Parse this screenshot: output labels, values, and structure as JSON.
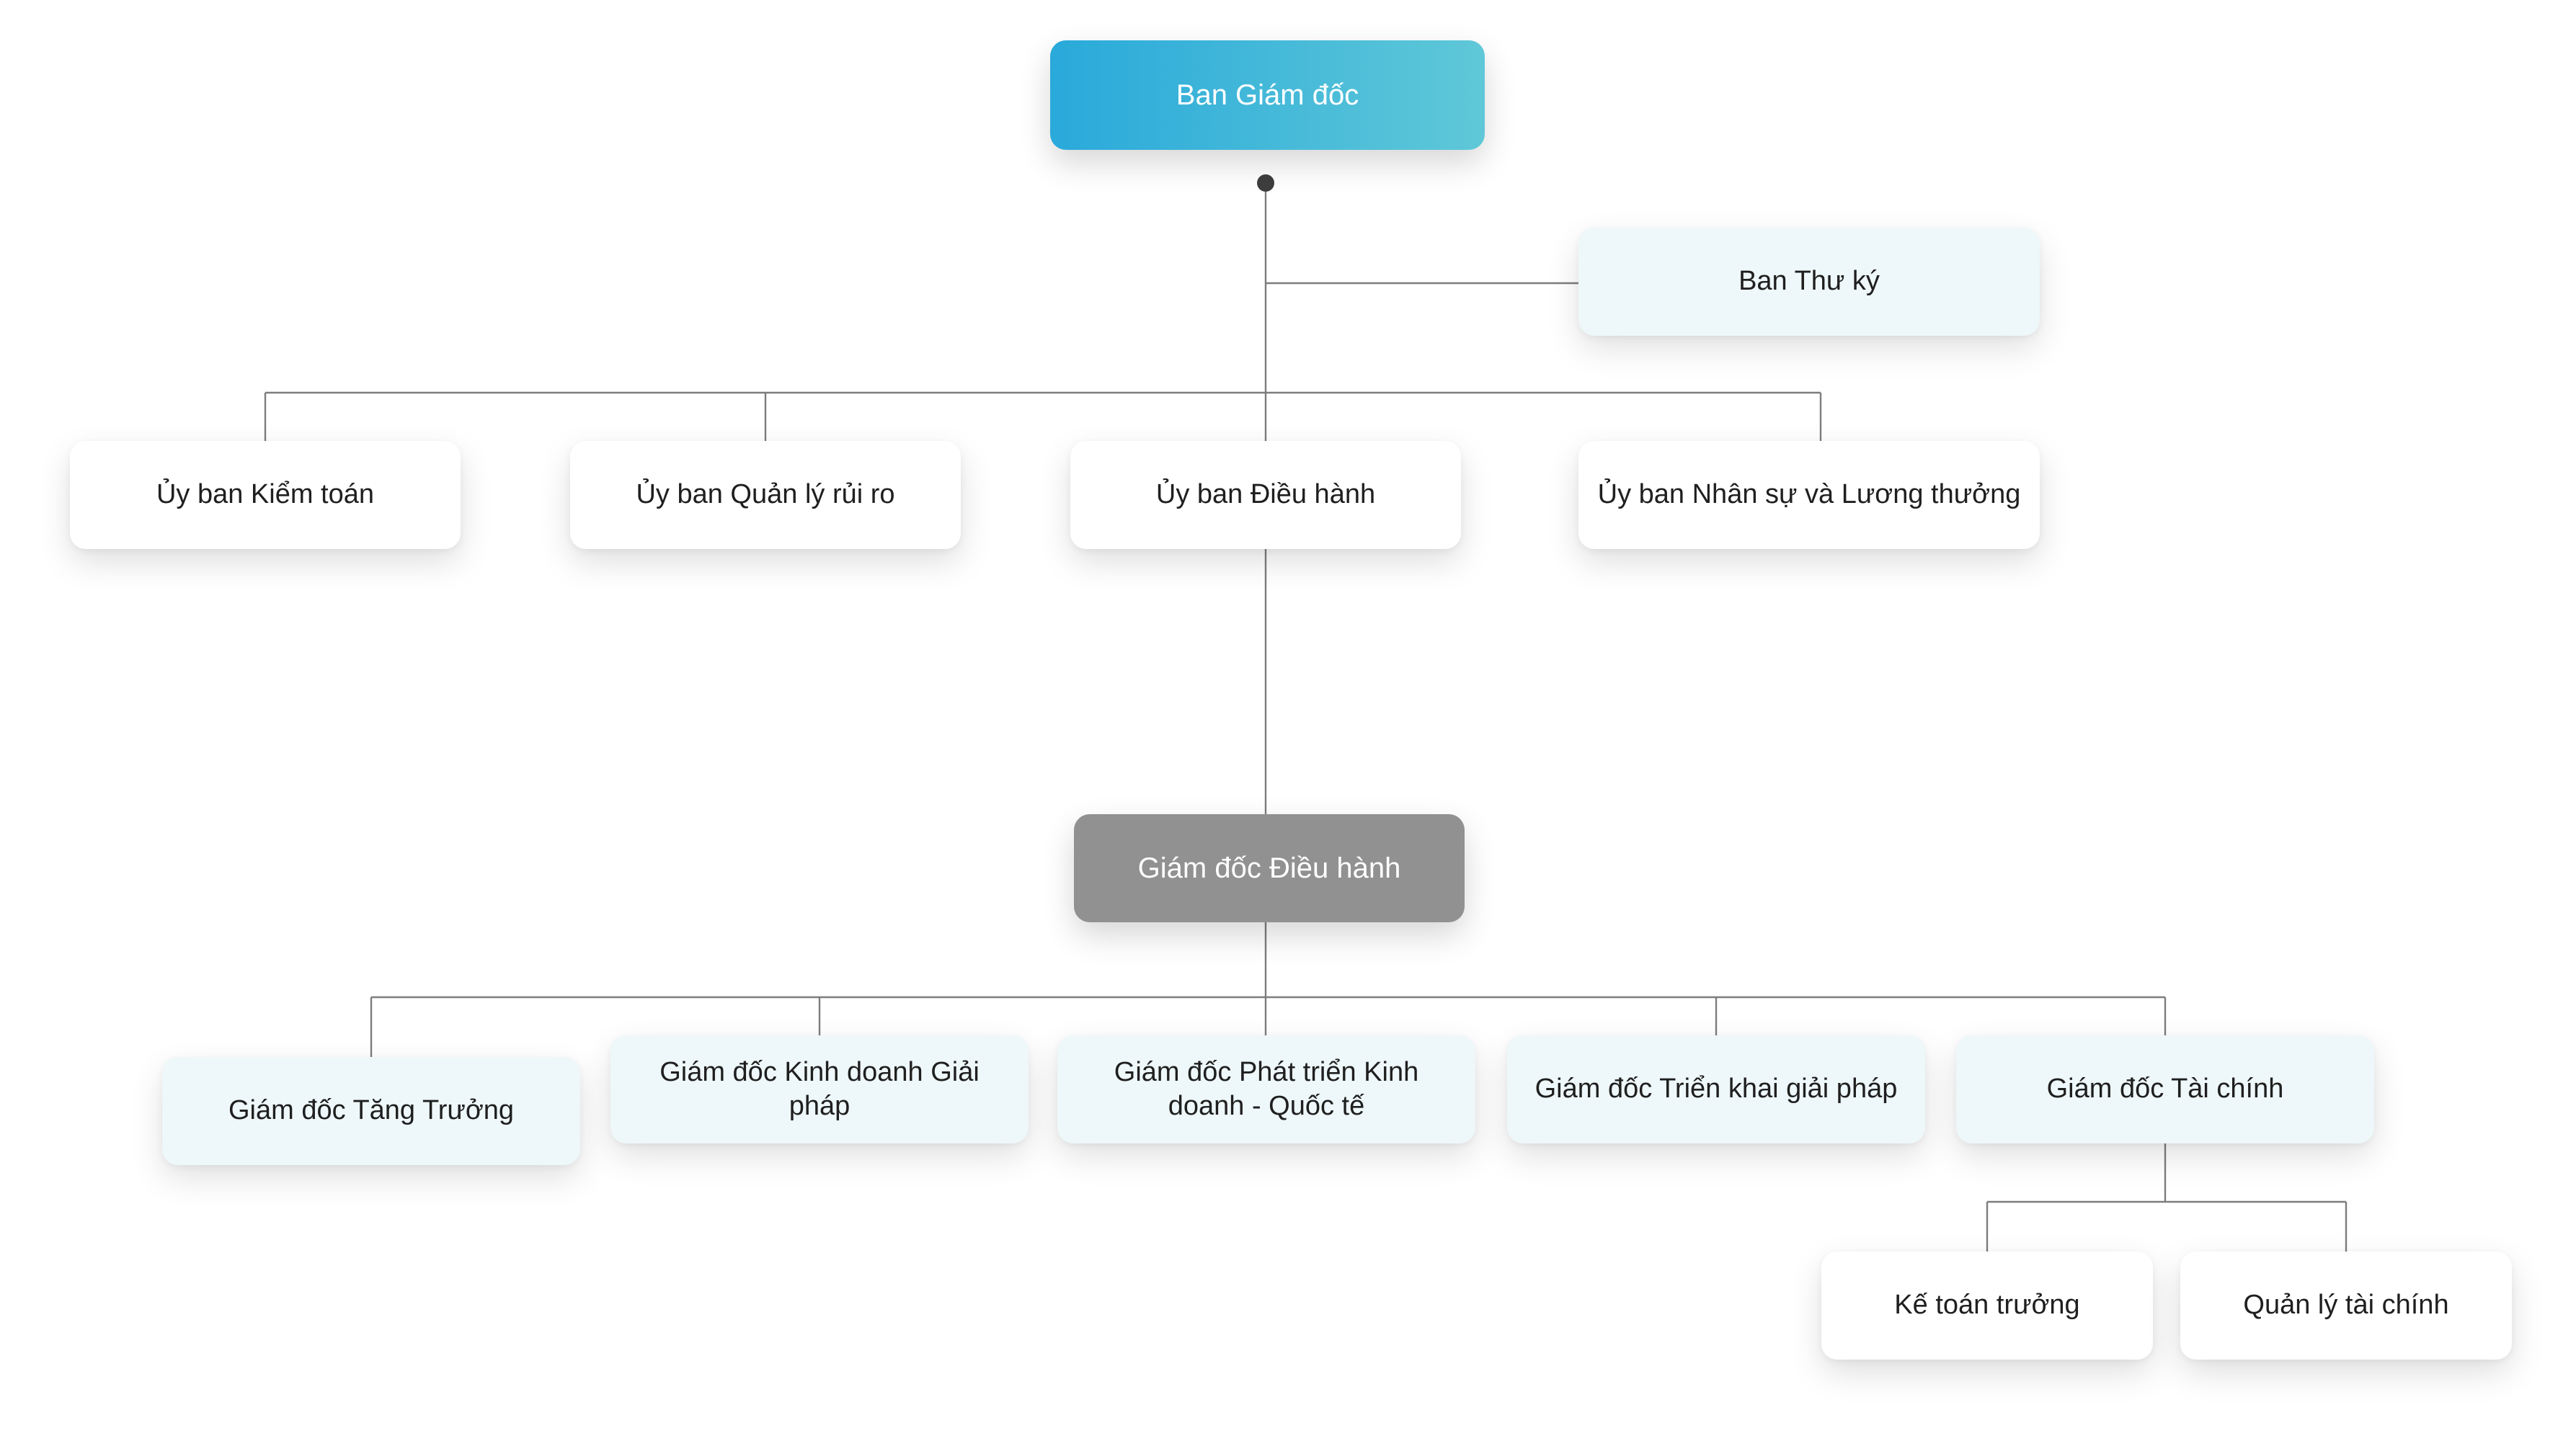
{
  "colors": {
    "board_gradient_start": "#29a9da",
    "board_gradient_end": "#5fc8d8",
    "ceo_fill": "#919191",
    "connector": "#7d7d7d",
    "card_white": "#ffffff",
    "card_tint": "#eef7f9"
  },
  "board": {
    "title": "Ban Giám đốc",
    "secretariat": "Ban Thư ký"
  },
  "committees": [
    "Ủy ban Kiểm toán",
    "Ủy ban Quản lý rủi ro",
    "Ủy ban Điều hành",
    "Ủy ban Nhân sự và Lương thưởng"
  ],
  "ceo": {
    "title": "Giám đốc Điều hành"
  },
  "directors": [
    "Giám đốc Tăng Trưởng",
    "Giám đốc Kinh doanh Giải pháp",
    "Giám đốc Phát triển Kinh doanh - Quốc tế",
    "Giám đốc Triển khai giải pháp",
    "Giám đốc Tài chính"
  ],
  "finance_team": [
    "Kế toán trưởng",
    "Quản lý tài chính"
  ]
}
